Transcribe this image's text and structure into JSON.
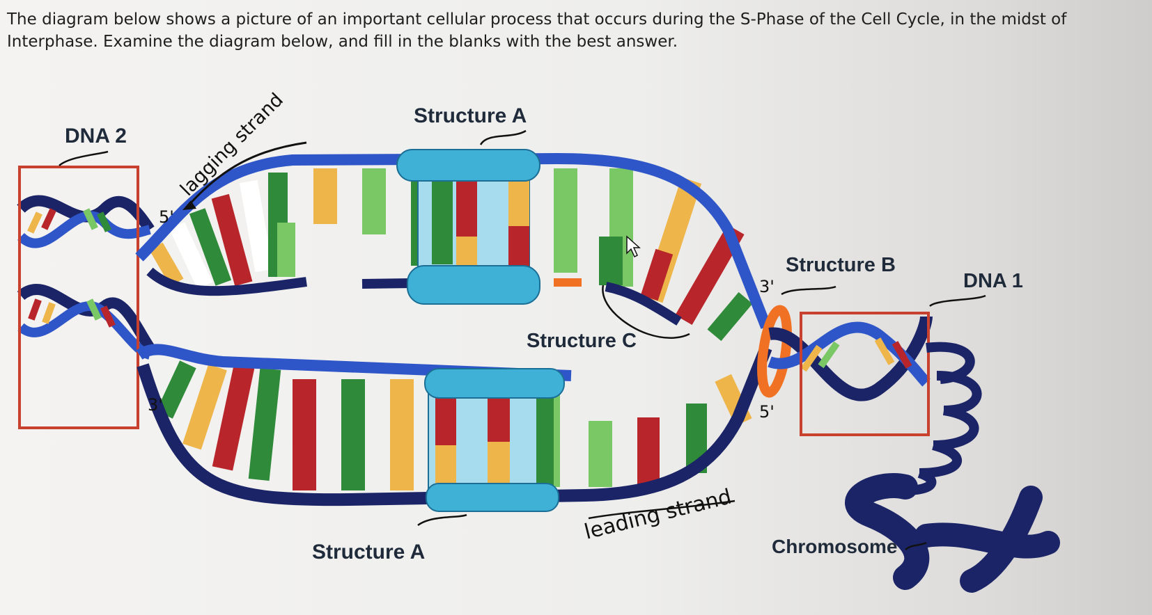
{
  "question": "The diagram below shows a picture of an important cellular process that occurs during the S-Phase of the Cell Cycle, in the midst of Interphase. Examine the diagram below, and fill in the blanks with the best answer.",
  "labels": {
    "dna2": "DNA 2",
    "dna1": "DNA 1",
    "structure_a_top": "Structure A",
    "structure_a_bottom": "Structure A",
    "structure_b": "Structure B",
    "structure_c": "Structure C",
    "chromosome": "Chromosome",
    "lagging_strand": "lagging strand",
    "leading_strand": "leading strand",
    "five_prime_top": "5'",
    "three_prime_bottom": "3'",
    "three_prime_right": "3'",
    "five_prime_right": "5'"
  },
  "colors": {
    "strand_blue": "#2f56c8",
    "strand_dark": "#1b2466",
    "enzyme_cyan": "#3fb0d6",
    "enzyme_light": "#a6dcee",
    "base_green": "#2f8a3a",
    "base_lightgreen": "#7ac766",
    "base_red": "#b8262b",
    "base_yellow": "#eeb54a",
    "helicase_orange": "#f07124",
    "box_red": "#c8402e"
  }
}
